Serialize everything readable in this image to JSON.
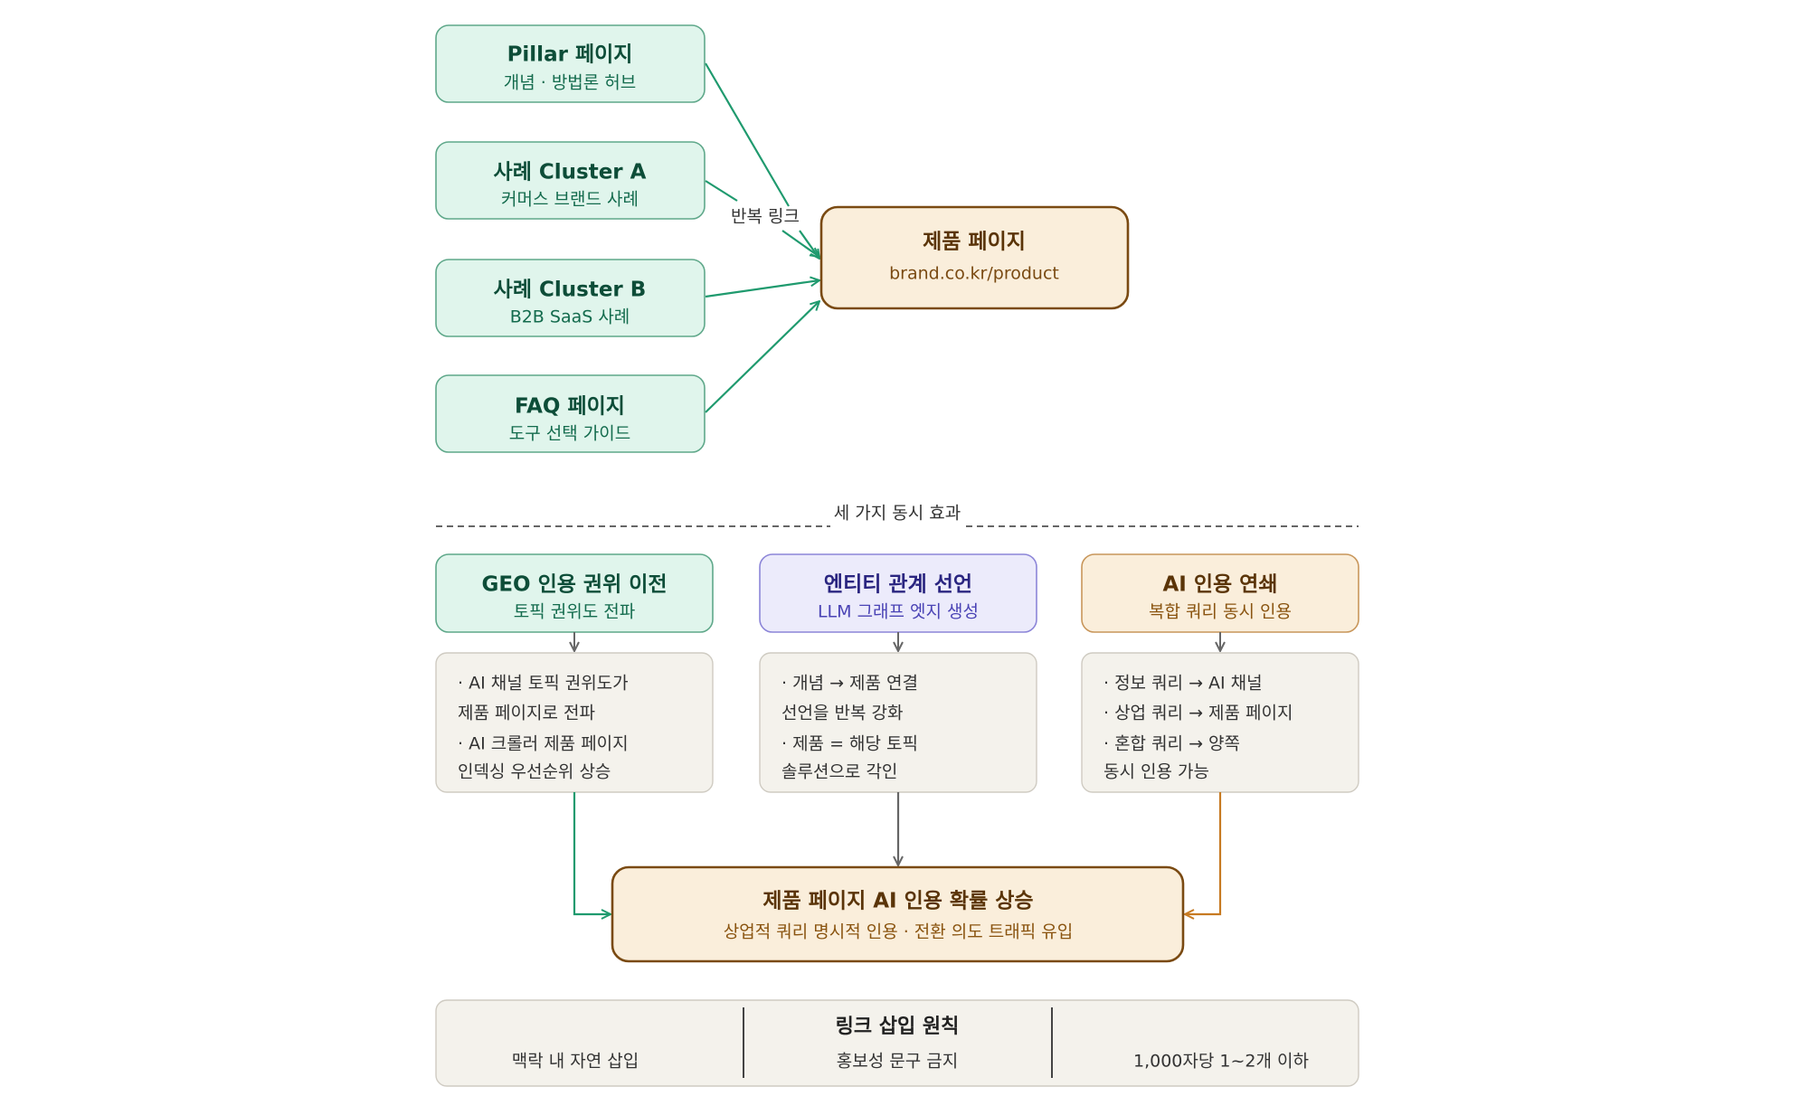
{
  "colors": {
    "green_fill": "#e0f5ec",
    "green_stroke": "#5fa88a",
    "green_text": "#0d4d38",
    "green_sub": "#136b4d",
    "green_edge": "#1f9a6e",
    "purple_fill": "#ecebfb",
    "purple_stroke": "#8c85d8",
    "purple_text": "#2a2580",
    "purple_sub": "#4a43b5",
    "amber_fill": "#faeedb",
    "amber_stroke": "#c8965a",
    "amber_text": "#5a3408",
    "amber_sub": "#8a5410",
    "amber_edge": "#c77a22",
    "brown_stroke": "#7a4a12",
    "detail_fill": "#f4f2ec",
    "detail_stroke": "#cfcbc2",
    "gray_edge": "#666666"
  },
  "sources": [
    {
      "title": "Pillar 페이지",
      "subtitle": "개념 · 방법론 허브"
    },
    {
      "title": "사례 Cluster A",
      "subtitle": "커머스 브랜드 사례"
    },
    {
      "title": "사례 Cluster B",
      "subtitle": "B2B SaaS 사례"
    },
    {
      "title": "FAQ 페이지",
      "subtitle": "도구 선택 가이드"
    }
  ],
  "edge_label": "반복 링크",
  "target": {
    "title": "제품 페이지",
    "subtitle": "brand.co.kr/product"
  },
  "section_label": "세 가지 동시 효과",
  "effects": [
    {
      "title": "GEO 인용 권위 이전",
      "subtitle": "토픽 권위도 전파",
      "details": [
        "· AI 채널 토픽 권위도가",
        "제품 페이지로 전파",
        "· AI 크롤러 제품 페이지",
        "인덱싱 우선순위 상승"
      ]
    },
    {
      "title": "엔티티 관계 선언",
      "subtitle": "LLM 그래프 엣지 생성",
      "details": [
        "· 개념 → 제품 연결",
        "선언을 반복 강화",
        "· 제품 = 해당 토픽",
        "솔루션으로 각인"
      ]
    },
    {
      "title": "AI 인용 연쇄",
      "subtitle": "복합 쿼리 동시 인용",
      "details": [
        "· 정보 쿼리 → AI 채널",
        "· 상업 쿼리 → 제품 페이지",
        "· 혼합 쿼리 → 양쪽",
        "동시 인용 가능"
      ]
    }
  ],
  "result": {
    "title": "제품 페이지 AI 인용 확률 상승",
    "subtitle": "상업적 쿼리 명시적 인용 · 전환 의도 트래픽 유입"
  },
  "principles": {
    "title": "링크 삽입 원칙",
    "items": [
      "맥락 내 자연 삽입",
      "홍보성 문구 금지",
      "1,000자당 1~2개 이하"
    ]
  }
}
